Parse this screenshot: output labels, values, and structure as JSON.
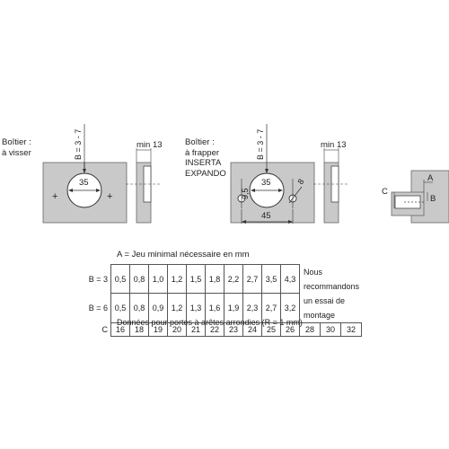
{
  "left_diagram": {
    "label_line1": "Boîtier :",
    "label_line2": "à visser",
    "dim_vertical": "B = 3 - 7",
    "diameter": "35",
    "min_label": "min 13"
  },
  "middle_diagram": {
    "label_line1": "Boîtier :",
    "label_line2": "à frapper",
    "label_line3": "INSERTA",
    "label_line4": "EXPANDO",
    "dim_vertical": "B = 3 - 7",
    "diameter": "35",
    "small_dim": "9,5",
    "angled_dim": "8",
    "width_dim": "45",
    "min_label": "min 13"
  },
  "right_diagram": {
    "label_a": "A",
    "label_b": "B",
    "label_c": "C"
  },
  "table": {
    "title": "A = Jeu minimal nécessaire en mm",
    "rows": [
      {
        "label": "B = 3",
        "values": [
          "0,5",
          "0,8",
          "1,0",
          "1,2",
          "1,5",
          "1,8",
          "2,2",
          "2,7",
          "3,5",
          "4,3"
        ]
      },
      {
        "label": "B = 6",
        "values": [
          "0,5",
          "0,8",
          "0,9",
          "1,2",
          "1,3",
          "1,6",
          "1,9",
          "2,3",
          "2,7",
          "3,2"
        ]
      },
      {
        "label": "C",
        "values": [
          "16",
          "18",
          "19",
          "20",
          "21",
          "22",
          "23",
          "24",
          "25",
          "26",
          "28",
          "30",
          "32"
        ]
      }
    ],
    "note_line1": "Nous recommandons",
    "note_line2": "un essai de montage",
    "footnote": "Données pour portes à arêtes arrondies (R = 1 mm)"
  }
}
